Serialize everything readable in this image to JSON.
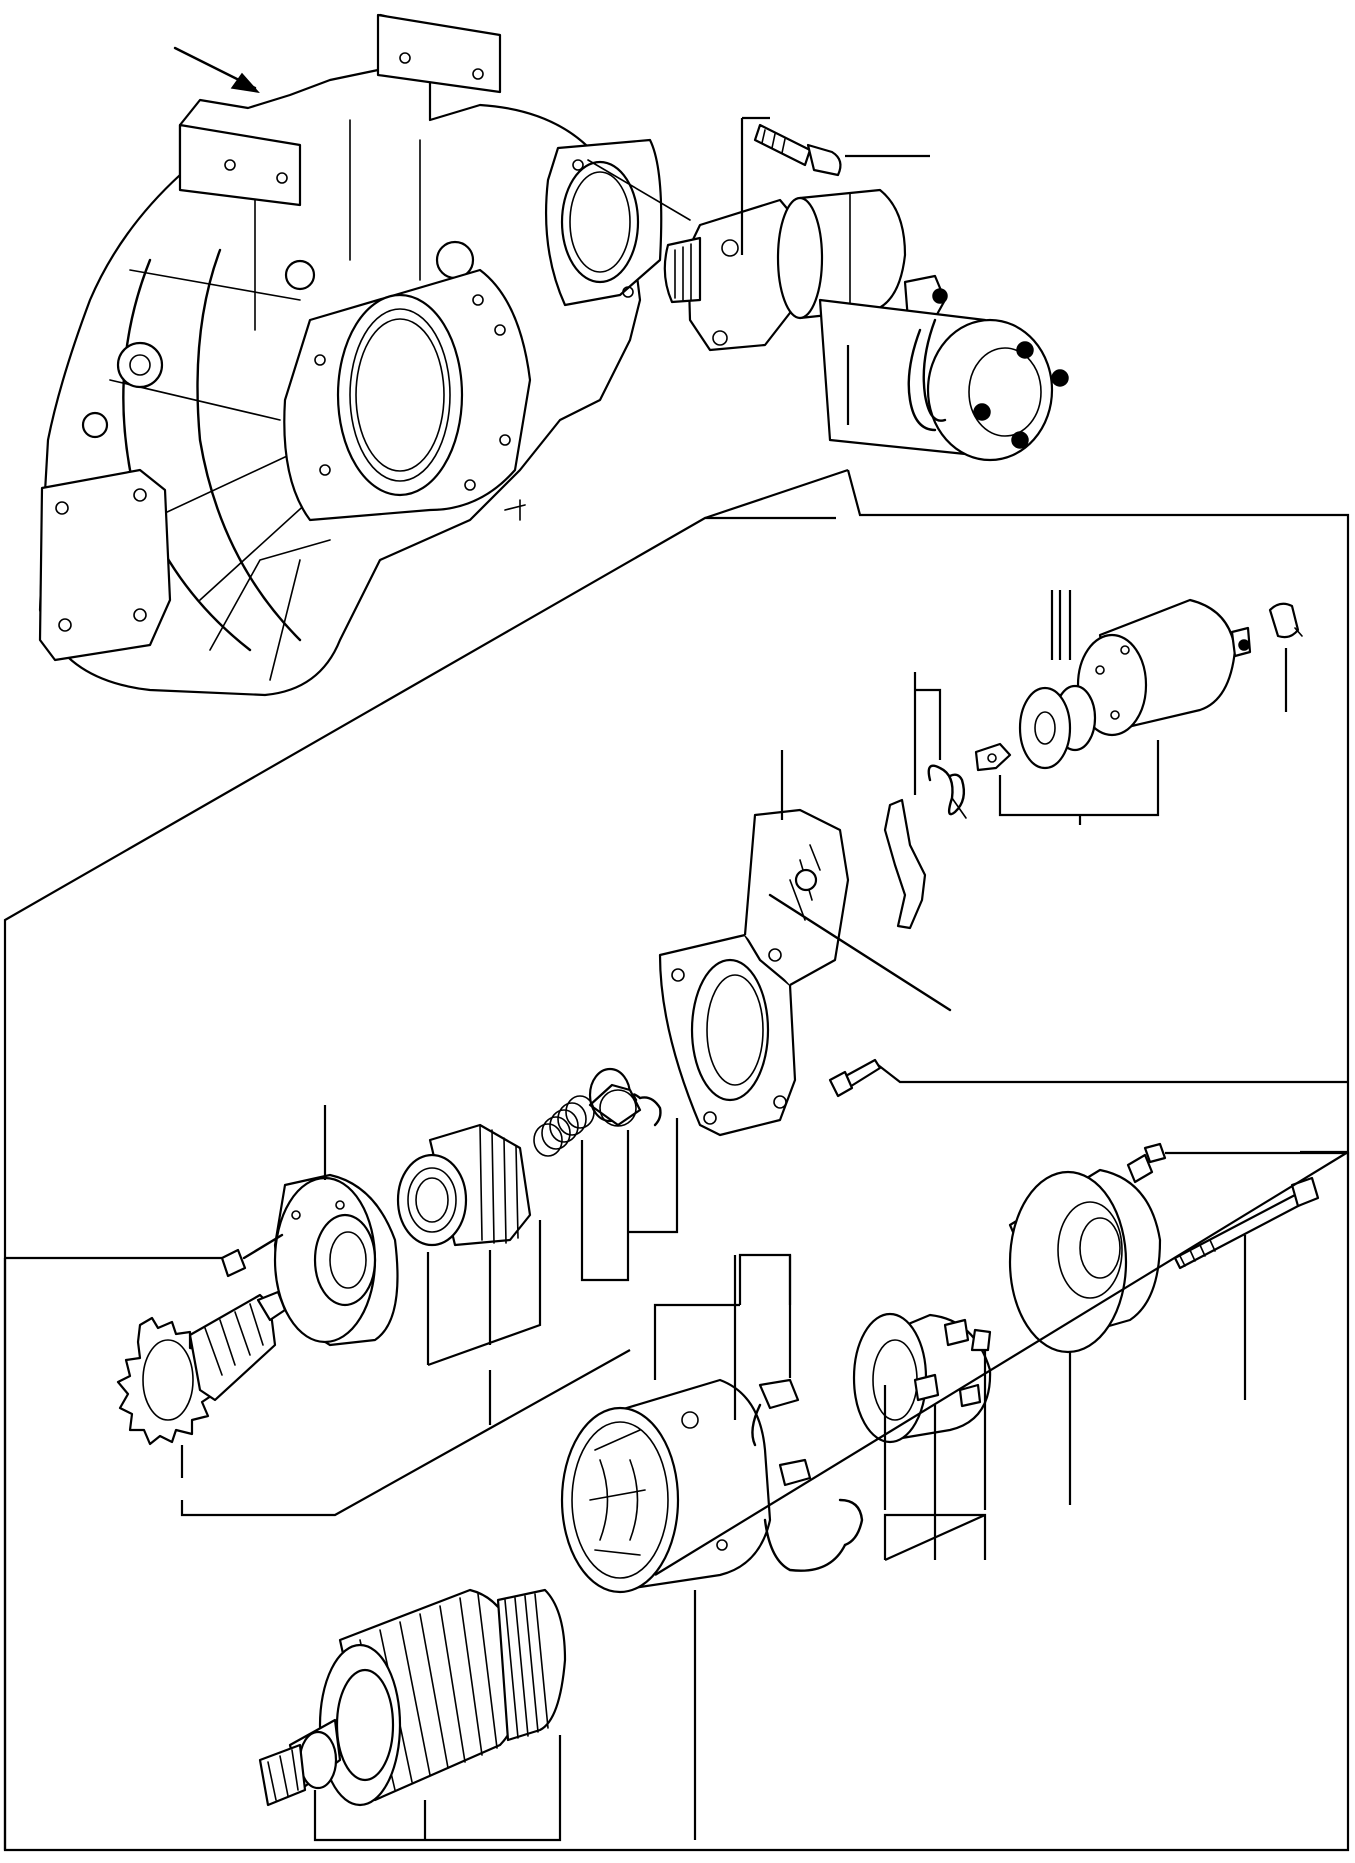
{
  "diagram": {
    "style": "exploded-parts-drawing",
    "line_color": "#000000",
    "background": "#ffffff",
    "components": [
      "flywheel-housing",
      "starter-motor-assembly",
      "starter-mounting-bolt",
      "solenoid-switch",
      "solenoid-plunger",
      "shift-lever",
      "spring-clip",
      "drive-housing",
      "housing-screw",
      "snap-ring",
      "stop-collar",
      "drive-spring",
      "overrunning-clutch",
      "gear-bracket",
      "bracket-screw",
      "pinion-gear",
      "yoke-field-coil",
      "armature",
      "brush-holder",
      "rear-cover",
      "through-bolt",
      "cover-screw",
      "terminal-cap"
    ]
  }
}
